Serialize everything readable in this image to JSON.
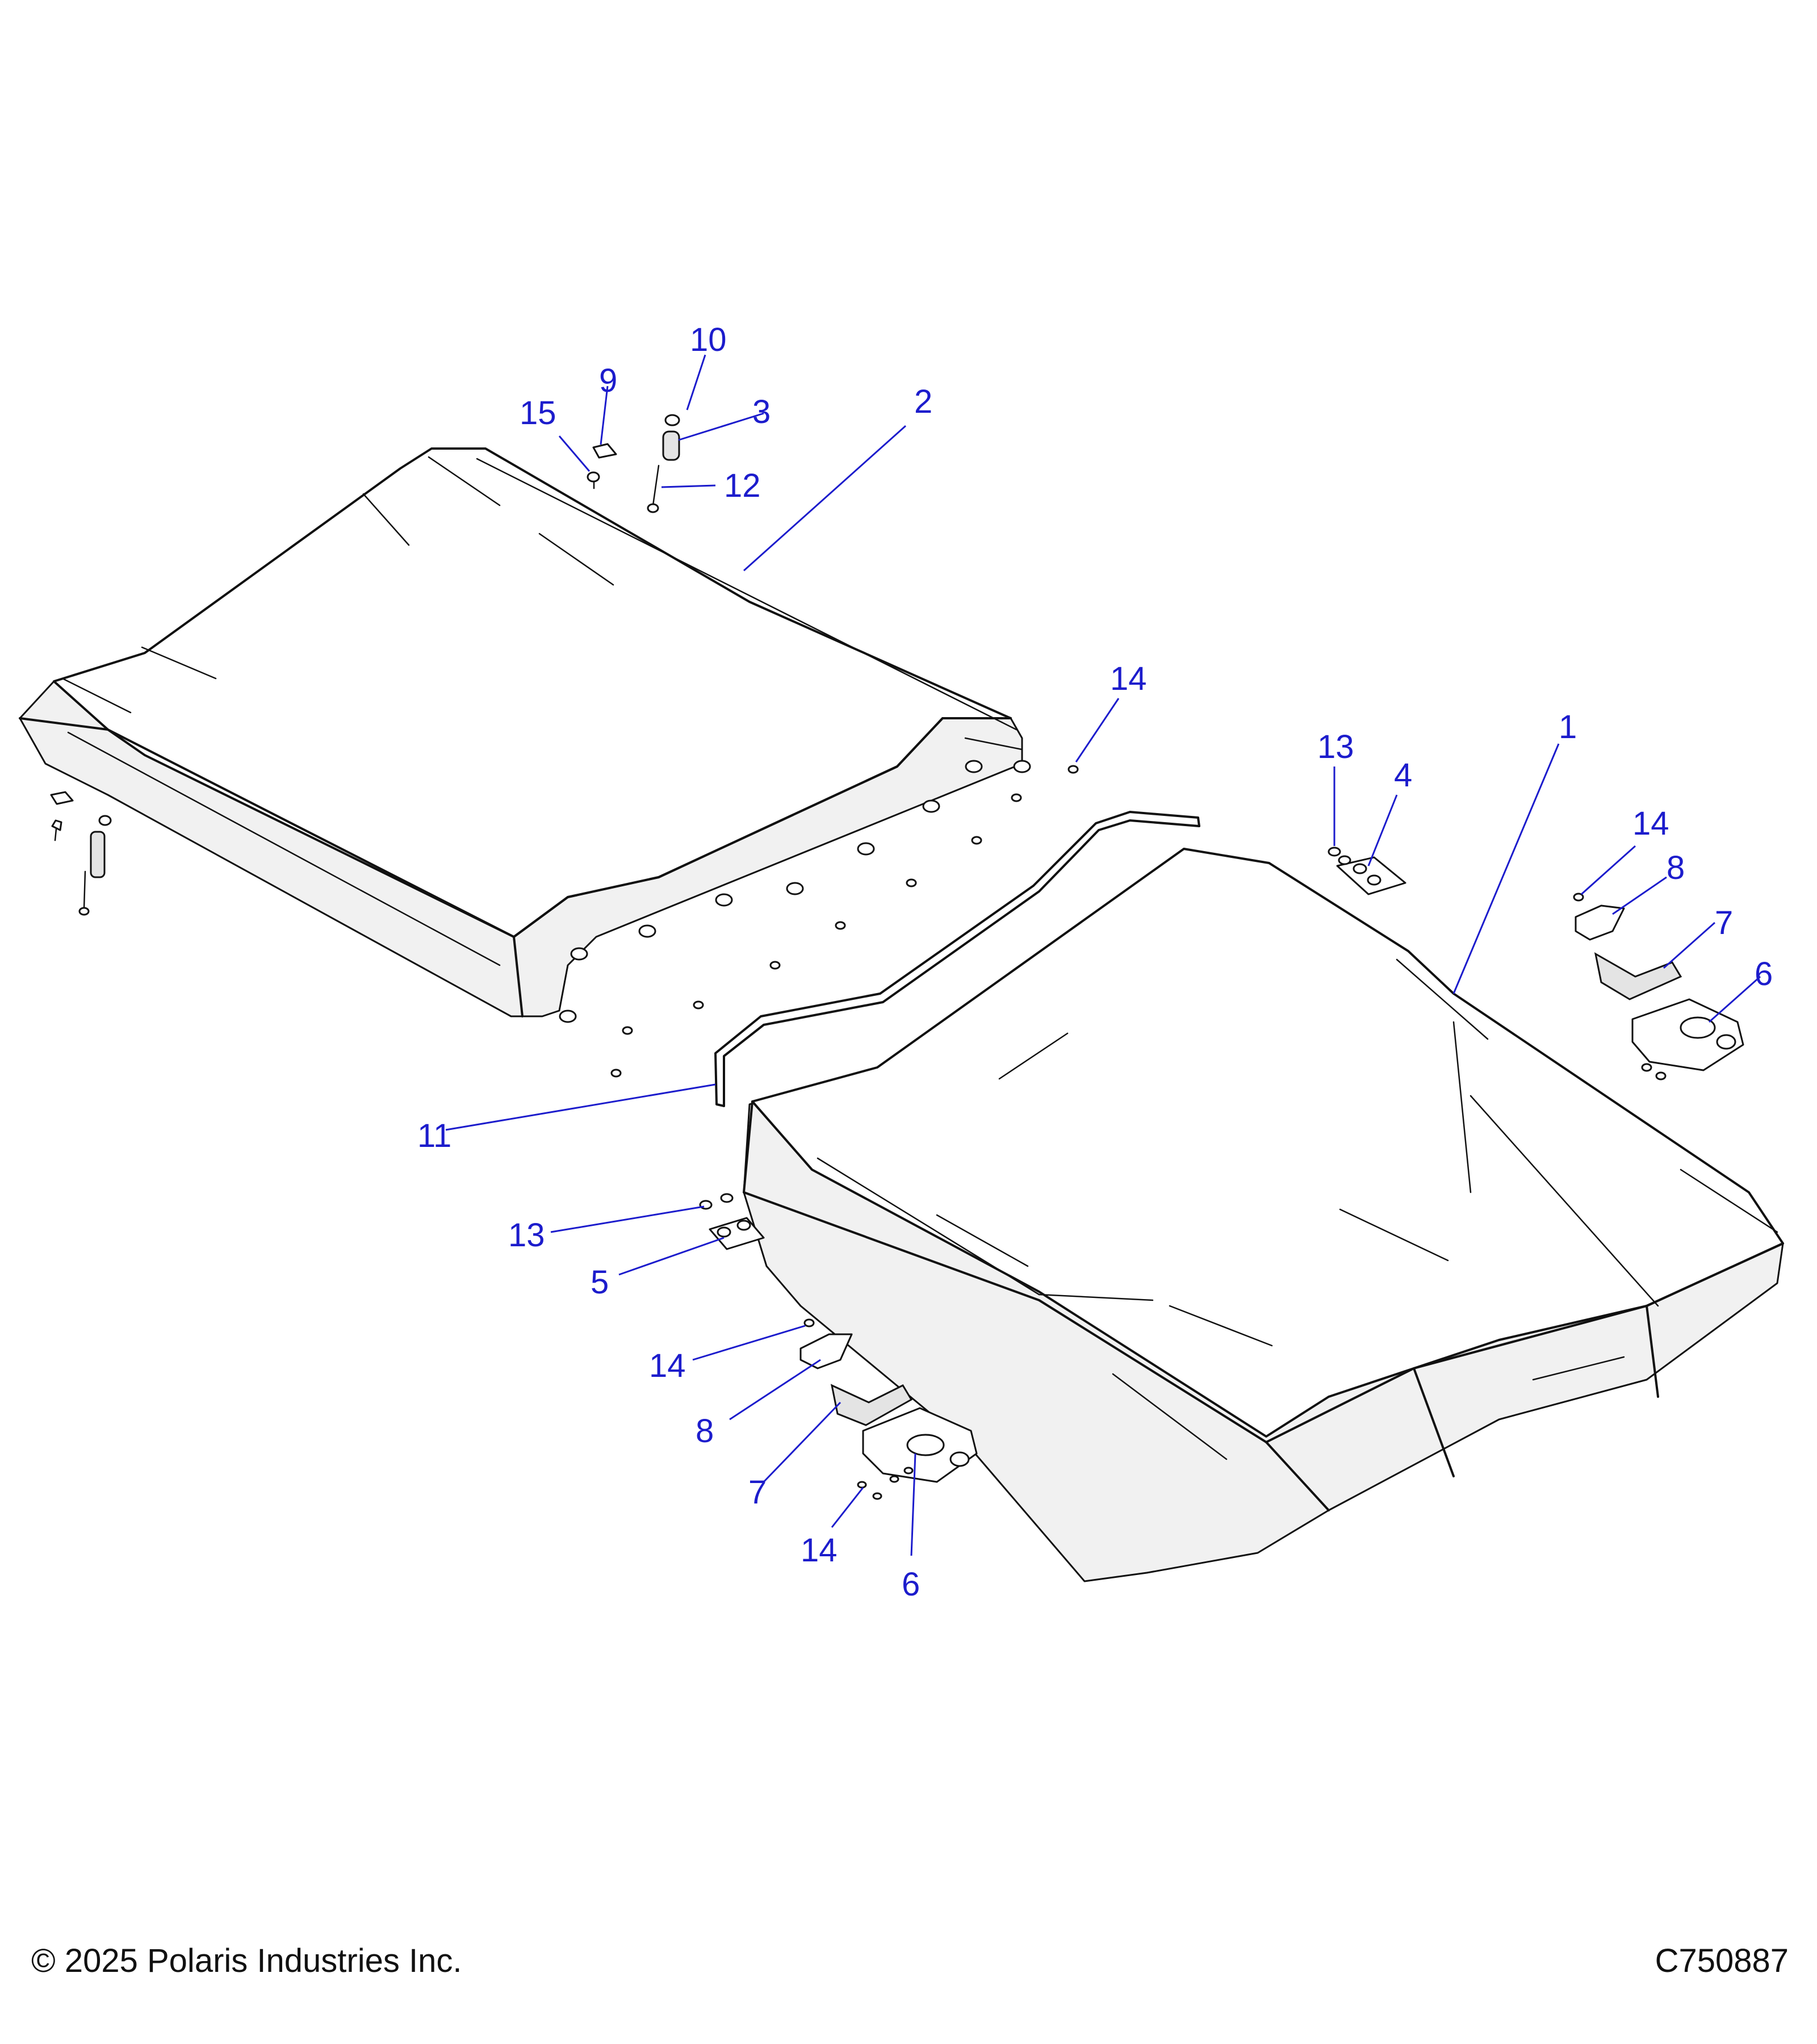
{
  "footer": {
    "copyright": "© 2025 Polaris Industries Inc.",
    "drawing_number": "C750887"
  },
  "callouts": {
    "c1": "1",
    "c2": "2",
    "c3": "3",
    "c4": "4",
    "c5": "5",
    "c6_right": "6",
    "c6_left": "6",
    "c7_right": "7",
    "c7_left": "7",
    "c8_right": "8",
    "c8_left": "8",
    "c9": "9",
    "c10": "10",
    "c11": "11",
    "c12": "12",
    "c13_right": "13",
    "c13_left": "13",
    "c14_top": "14",
    "c14_right": "14",
    "c14_left_upper": "14",
    "c14_left_lower": "14",
    "c15": "15"
  },
  "colors": {
    "callout": "#1c1ccc",
    "linework": "#111111"
  }
}
